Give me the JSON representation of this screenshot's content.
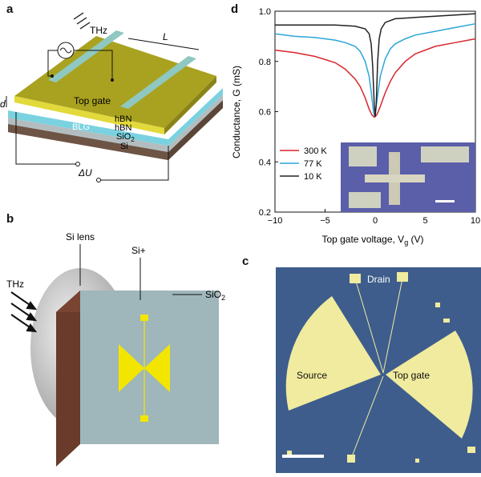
{
  "panel_a": {
    "label": "a",
    "thz": "THz",
    "length": "L",
    "d": "d",
    "top_gate": "Top gate",
    "hbn1": "hBN",
    "hbn2": "hBN",
    "sio2": "SiO",
    "sio2_sub": "2",
    "si": "Si",
    "blg": "BLG",
    "delta_u": "ΔU",
    "colors": {
      "gold": "#a9a220",
      "cyan": "#7ad2e0",
      "sio2": "#b3bdbf",
      "si": "#5a4538",
      "gate": "#e2d93b"
    }
  },
  "panel_b": {
    "label": "b",
    "thz": "THz",
    "si_lens": "Si lens",
    "si_plus": "Si+",
    "sio2": "SiO",
    "sio2_sub": "2",
    "colors": {
      "front": "#9fb6bb",
      "side": "#6a3a2a",
      "bowtie": "#f2e600"
    }
  },
  "panel_c": {
    "label": "c",
    "drain": "Drain",
    "source": "Source",
    "top_gate": "Top gate",
    "colors": {
      "bg": "#3e5d8d",
      "metal": "#f0eb9e"
    }
  },
  "panel_d": {
    "label": "d",
    "chart_data": {
      "type": "line",
      "xlabel": "Top gate voltage, V",
      "xlabel_sub": "g",
      "xlabel_unit": " (V)",
      "ylabel": "Conductance, G (mS)",
      "xlim": [
        -10,
        10
      ],
      "ylim": [
        0.2,
        1.0
      ],
      "xticks": [
        "−10",
        "−5",
        "0",
        "5",
        "10"
      ],
      "yticks": [
        "0.2",
        "0.4",
        "0.6",
        "0.8",
        "1.0"
      ],
      "grid": false,
      "legend_position": "bottom-left",
      "series": [
        {
          "name": "300 K",
          "color": "#d9262c",
          "x": [
            -10,
            -8,
            -6,
            -4,
            -3,
            -2,
            -1.5,
            -1,
            -0.6,
            -0.3,
            -0.1,
            0,
            0.2,
            0.5,
            1,
            1.5,
            2,
            3,
            4,
            6,
            8,
            10
          ],
          "y": [
            0.845,
            0.835,
            0.82,
            0.795,
            0.77,
            0.73,
            0.7,
            0.655,
            0.61,
            0.585,
            0.578,
            0.58,
            0.59,
            0.62,
            0.675,
            0.72,
            0.755,
            0.8,
            0.83,
            0.86,
            0.875,
            0.89
          ]
        },
        {
          "name": "77 K",
          "color": "#2ba6d8",
          "x": [
            -10,
            -8,
            -6,
            -4,
            -3,
            -2,
            -1.5,
            -1,
            -0.6,
            -0.4,
            -0.2,
            -0.1,
            0,
            0.2,
            0.5,
            1,
            1.5,
            2,
            3,
            4,
            6,
            8,
            10
          ],
          "y": [
            0.91,
            0.9,
            0.895,
            0.885,
            0.875,
            0.86,
            0.84,
            0.8,
            0.74,
            0.68,
            0.61,
            0.585,
            0.59,
            0.65,
            0.74,
            0.81,
            0.85,
            0.87,
            0.89,
            0.905,
            0.92,
            0.935,
            0.95
          ]
        },
        {
          "name": "10 K",
          "color": "#222222",
          "x": [
            -10,
            -8,
            -6,
            -4,
            -2,
            -1,
            -0.6,
            -0.4,
            -0.25,
            -0.1,
            0,
            0.1,
            0.25,
            0.4,
            0.6,
            1,
            2,
            4,
            6,
            8,
            10
          ],
          "y": [
            0.945,
            0.945,
            0.945,
            0.945,
            0.94,
            0.93,
            0.91,
            0.87,
            0.78,
            0.63,
            0.58,
            0.63,
            0.8,
            0.89,
            0.93,
            0.955,
            0.97,
            0.975,
            0.98,
            0.985,
            0.99
          ]
        }
      ]
    }
  }
}
